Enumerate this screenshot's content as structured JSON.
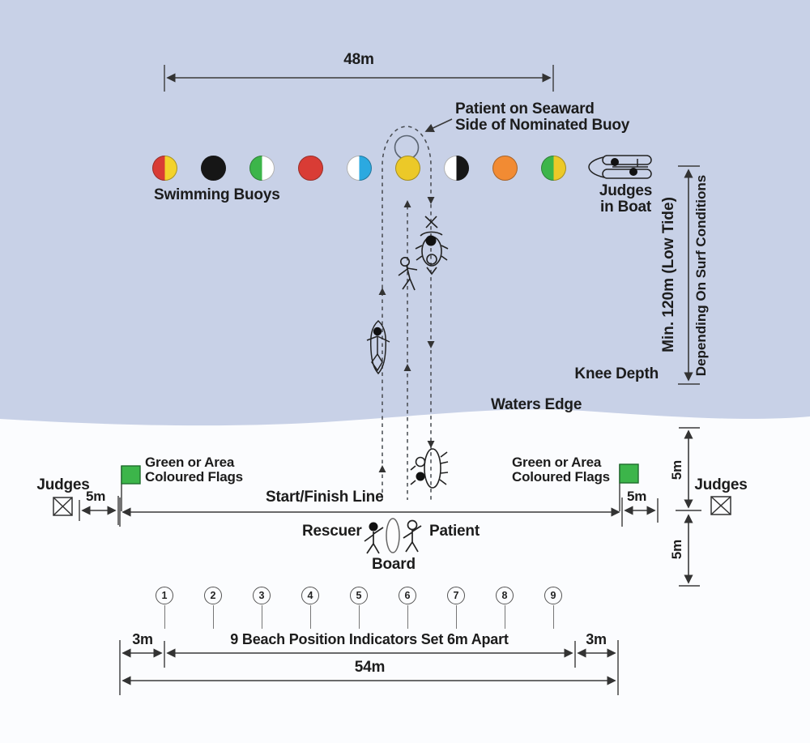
{
  "diagram": "Surf rescue board race course layout",
  "colors": {
    "water": "#c8d1e7",
    "beach": "#fbfcfe",
    "line": "#333333",
    "flag_green": "#3cb54a",
    "nominated_buoy_yellow": "#ecc928"
  },
  "dimensions": {
    "buoy_line_span": "48m",
    "beach_span": "54m",
    "beach_margin_left": "3m",
    "beach_margin_right": "3m",
    "judges_offset_left": "5m",
    "judges_offset_right": "5m",
    "zone_upper": "5m",
    "zone_lower": "5m",
    "seaward_distance": "Min. 120m (Low Tide)",
    "seaward_note": "Depending On Surf Conditions"
  },
  "labels": {
    "patient_buoy_line1": "Patient on Seaward",
    "patient_buoy_line2": "Side of Nominated Buoy",
    "swimming_buoys": "Swimming Buoys",
    "judges_boat_line1": "Judges",
    "judges_boat_line2": "in Boat",
    "knee_depth": "Knee Depth",
    "waters_edge": "Waters Edge",
    "flags_left_line1": "Green or Area",
    "flags_left_line2": "Coloured Flags",
    "flags_right_line1": "Green or Area",
    "flags_right_line2": "Coloured Flags",
    "judges_left": "Judges",
    "judges_right": "Judges",
    "start_finish": "Start/Finish Line",
    "rescuer": "Rescuer",
    "board": "Board",
    "patient": "Patient",
    "indicators_caption": "9 Beach Position Indicators Set 6m Apart"
  },
  "buoys": [
    {
      "name": "red-yellow",
      "left": "#d93c35",
      "right": "#f3d32b"
    },
    {
      "name": "black",
      "left": "#161616",
      "right": "#161616"
    },
    {
      "name": "green-white",
      "left": "#3cb54a",
      "right": "#ffffff"
    },
    {
      "name": "red",
      "left": "#d93c35",
      "right": "#d93c35"
    },
    {
      "name": "white-blue",
      "left": "#ffffff",
      "right": "#2ba9e0"
    },
    {
      "name": "yellow-nominated",
      "left": "#ecc928",
      "right": "#ecc928"
    },
    {
      "name": "white-black",
      "left": "#ffffff",
      "right": "#161616"
    },
    {
      "name": "orange",
      "left": "#f28b33",
      "right": "#f28b33"
    },
    {
      "name": "green-yellow",
      "left": "#3cb54a",
      "right": "#ecc928"
    }
  ],
  "beach_indicators": [
    "1",
    "2",
    "3",
    "4",
    "5",
    "6",
    "7",
    "8",
    "9"
  ]
}
